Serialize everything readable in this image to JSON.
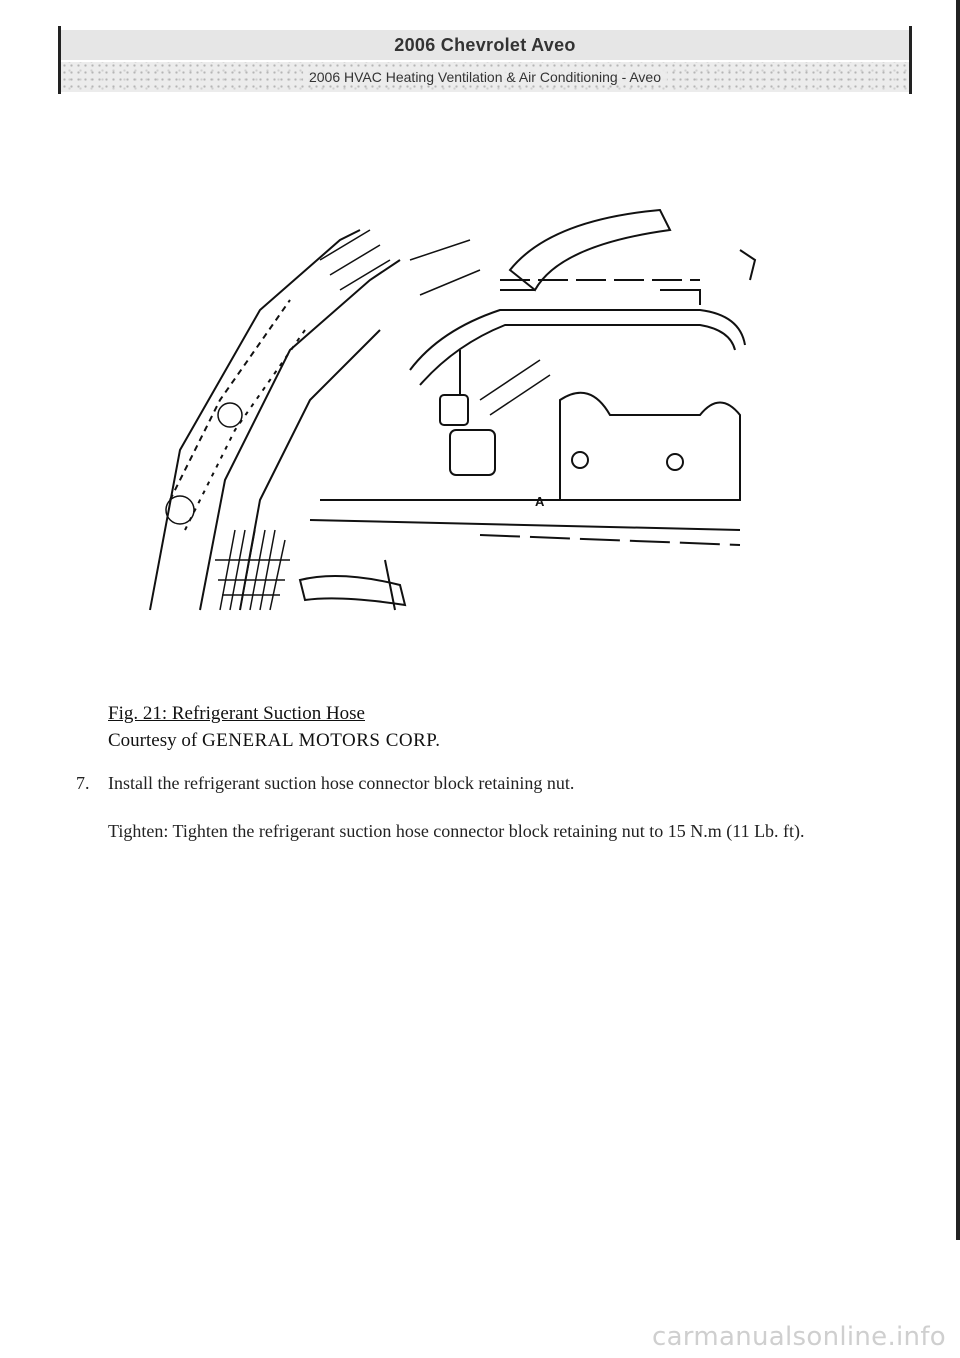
{
  "header": {
    "title": "2006 Chevrolet Aveo",
    "subtitle": "2006 HVAC Heating Ventilation & Air Conditioning - Aveo"
  },
  "figure": {
    "callout": "A"
  },
  "caption": {
    "fig_title": "Fig. 21: Refrigerant Suction Hose",
    "credit_prefix": "Courtesy of",
    "credit_org": "GENERAL MOTORS CORP."
  },
  "step": {
    "number": "7.",
    "text": "Install the refrigerant suction hose connector block retaining nut."
  },
  "tighten": {
    "text": "Tighten: Tighten the refrigerant suction hose connector block retaining nut to 15 N.m (11 Lb. ft)."
  },
  "watermark": "carmanualsonline.info"
}
